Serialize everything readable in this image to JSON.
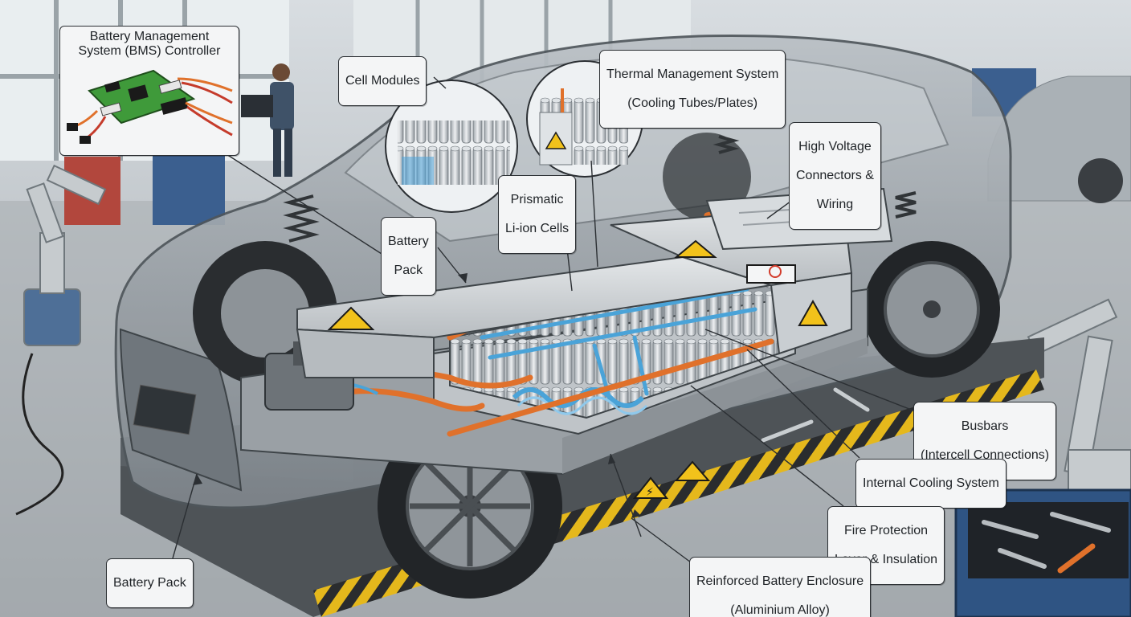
{
  "labels": {
    "bms_line1": "Battery Management",
    "bms_line2": "System (BMS) Controller",
    "cell_modules": "Cell Modules",
    "thermal_line1": "Thermal Management System",
    "thermal_line2": "(Cooling Tubes/Plates)",
    "hv_line1": "High Voltage",
    "hv_line2": "Connectors &",
    "hv_line3": "Wiring",
    "prismatic_line1": "Prismatic",
    "prismatic_line2": "Li-ion Cells",
    "battery_pack_top_line1": "Battery",
    "battery_pack_top_line2": "Pack",
    "busbars_line1": "Busbars",
    "busbars_line2": "(Intercell Connections)",
    "internal_cooling": "Internal Cooling System",
    "fire_line1": "Fire Protection",
    "fire_line2": "Layer & Insulation",
    "enclosure_line1": "Reinforced Battery Enclosure",
    "enclosure_line2": "(Aluminium Alloy)",
    "battery_pack_bottom": "Battery Pack"
  },
  "colors": {
    "orange_cable": "#e0712b",
    "cooling_blue": "#4aa3d8",
    "warning_yellow": "#f2c21b",
    "pcb_green": "#3f9a3a",
    "cell_silver": "#c9ced3"
  }
}
